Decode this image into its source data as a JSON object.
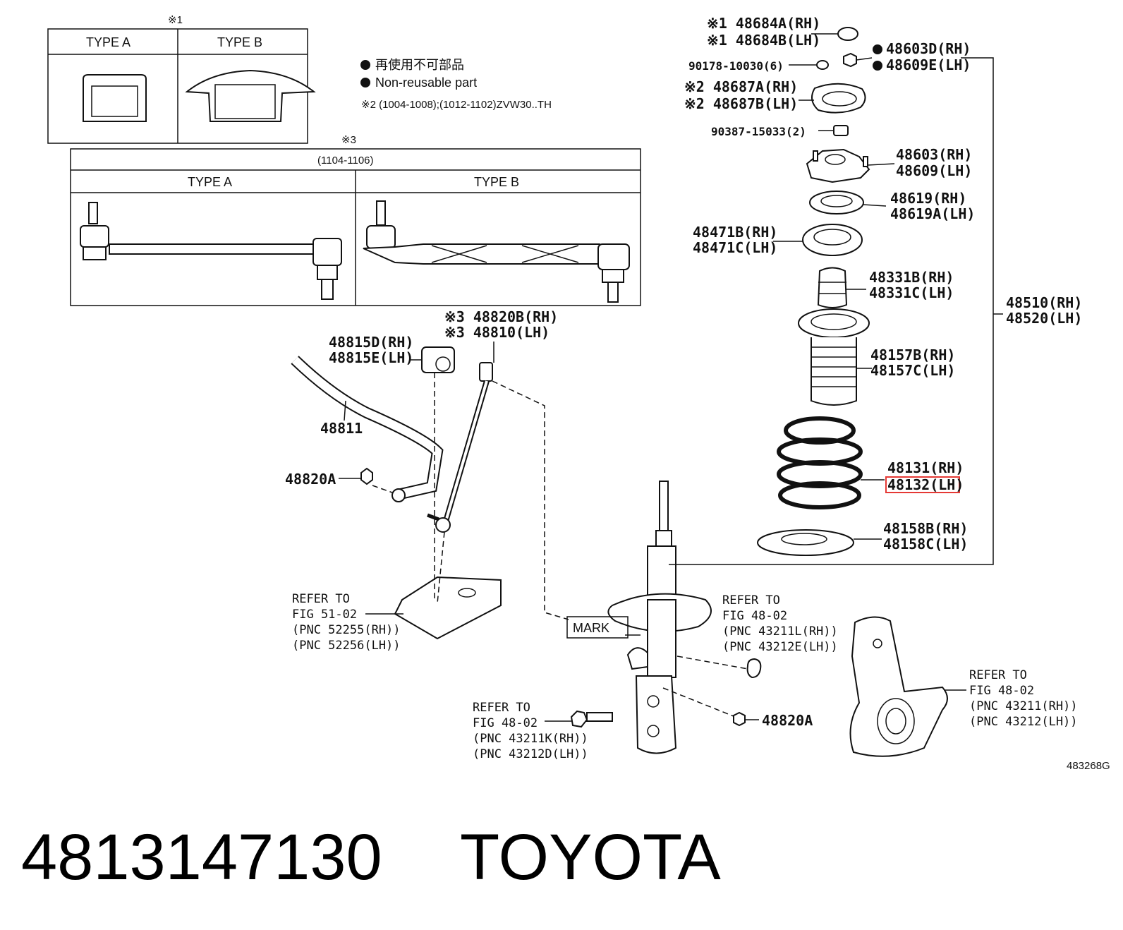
{
  "legend": {
    "note1_mark": "※1",
    "note3_mark": "※3",
    "type_a": "TYPE A",
    "type_b": "TYPE B",
    "range3": "(1104-1106)",
    "nonreusable_jp": "再使用不可部品",
    "nonreusable_en": "Non-reusable part",
    "note2": "※2 (1004-1008);(1012-1102)ZVW30..TH"
  },
  "labels": {
    "p48684a": "※1 48684A(RH)",
    "p48684b": "※1 48684B(LH)",
    "p48603d": "48603D(RH)",
    "p48609e": "48609E(LH)",
    "p90178": "90178-10030(6)",
    "p48687a": "※2 48687A(RH)",
    "p48687b": "※2 48687B(LH)",
    "p90387": "90387-15033(2)",
    "p48603": "48603(RH)",
    "p48609": "48609(LH)",
    "p48619": "48619(RH)",
    "p48619a": "48619A(LH)",
    "p48471b": "48471B(RH)",
    "p48471c": "48471C(LH)",
    "p48331b": "48331B(RH)",
    "p48331c": "48331C(LH)",
    "p48510": "48510(RH)",
    "p48520": "48520(LH)",
    "p48157b": "48157B(RH)",
    "p48157c": "48157C(LH)",
    "p48131": "48131(RH)",
    "p48132": "48132(LH)",
    "p48158b": "48158B(RH)",
    "p48158c": "48158C(LH)",
    "p48820b": "※3 48820B(RH)",
    "p48810": "※3 48810(LH)",
    "p48815d": "48815D(RH)",
    "p48815e": "48815E(LH)",
    "p48811": "48811",
    "p48820a_left": "48820A",
    "p48820a_right": "48820A",
    "mark": "MARK",
    "ref1_l1": "REFER TO",
    "ref1_l2": "FIG 51-02",
    "ref1_l3": "(PNC 52255(RH))",
    "ref1_l4": "(PNC 52256(LH))",
    "ref2_l1": "REFER TO",
    "ref2_l2": "FIG 48-02",
    "ref2_l3": "(PNC 43211L(RH))",
    "ref2_l4": "(PNC 43212E(LH))",
    "ref3_l1": "REFER TO",
    "ref3_l2": "FIG 48-02",
    "ref3_l3": "(PNC 43211K(RH))",
    "ref3_l4": "(PNC 43212D(LH))",
    "ref4_l1": "REFER TO",
    "ref4_l2": "FIG 48-02",
    "ref4_l3": "(PNC 43211(RH))",
    "ref4_l4": "(PNC 43212(LH))",
    "diagram_id": "483268G"
  },
  "footer": {
    "part_number": "4813147130",
    "brand": "TOYOTA"
  },
  "highlight_color": "#e53935"
}
